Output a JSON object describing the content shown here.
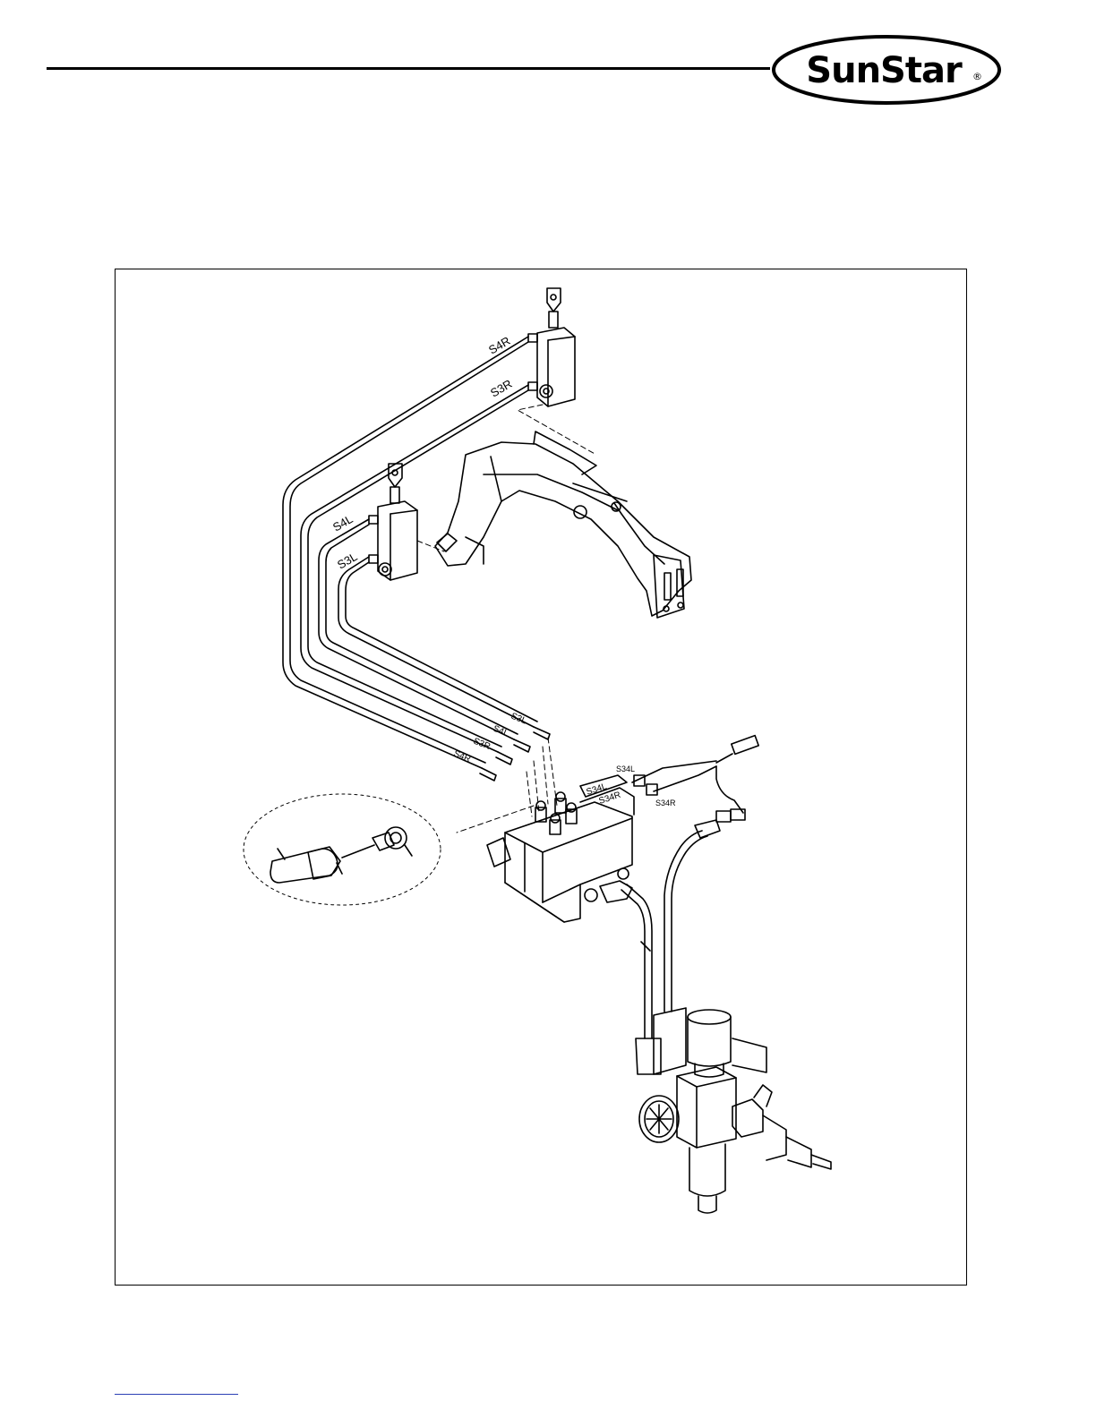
{
  "header": {
    "brand": "SunStar",
    "registered_mark": "®"
  },
  "diagram": {
    "labels": {
      "s4r_top": "S4R",
      "s3r_top": "S3R",
      "s4l_left": "S4L",
      "s3l_left": "S3L",
      "s3l_tube": "S3L",
      "s4l_tube": "S4L",
      "s3r_tube": "S3R",
      "s4r_tube": "S4R",
      "s34l_plate": "S34L",
      "s34r_plate": "S34R",
      "s34l_connector": "S34L",
      "s34r_connector": "S34R"
    }
  }
}
